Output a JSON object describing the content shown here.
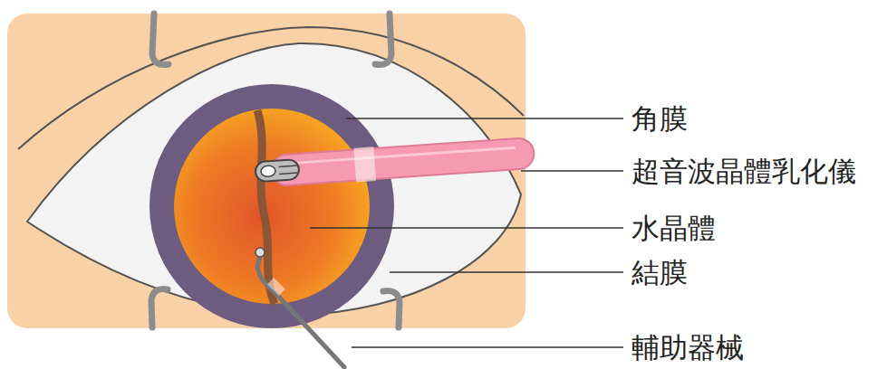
{
  "diagram": {
    "labels": [
      "角膜",
      "超音波晶體乳化儀",
      "水晶體",
      "結膜",
      "輔助器械"
    ]
  }
}
